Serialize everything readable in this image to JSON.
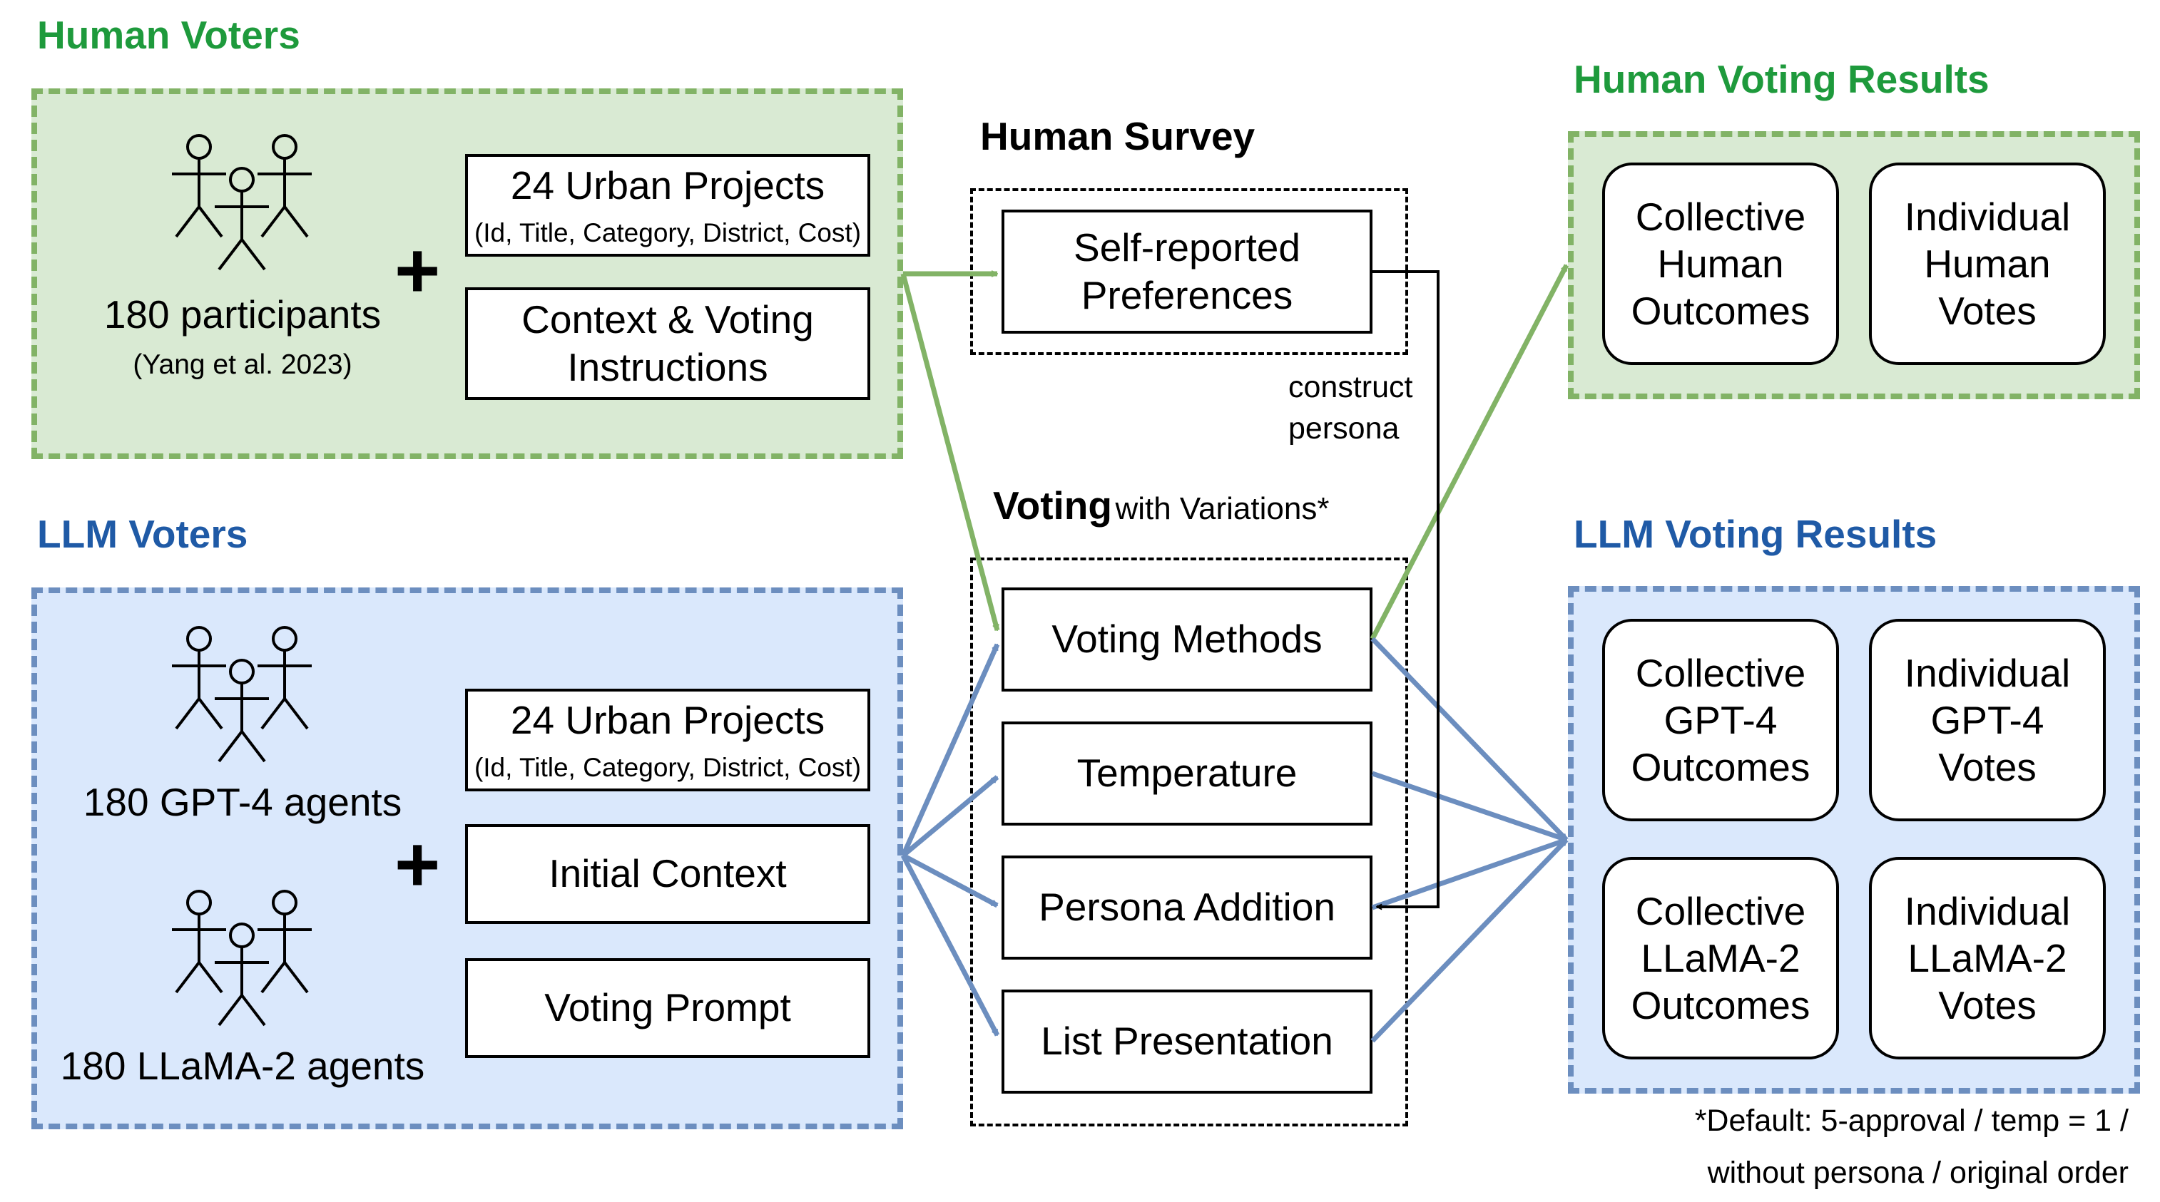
{
  "human_voters": {
    "title": "Human Voters",
    "participants": "180 participants",
    "citation": "(Yang et al. 2023)",
    "projects_title": "24 Urban Projects",
    "projects_fields": "(Id, Title, Category, District, Cost)",
    "context_instructions": "Context & Voting Instructions",
    "plus": "+"
  },
  "llm_voters": {
    "title": "LLM Voters",
    "gpt_agents": "180 GPT-4 agents",
    "llama_agents": "180 LLaMA-2 agents",
    "projects_title": "24 Urban Projects",
    "projects_fields": "(Id, Title, Category, District, Cost)",
    "initial_context": "Initial Context",
    "voting_prompt": "Voting Prompt",
    "plus": "+"
  },
  "human_survey": {
    "title": "Human Survey",
    "preferences": "Self-reported Preferences",
    "construct_persona": "construct persona"
  },
  "voting": {
    "title": "Voting",
    "title_suffix": "with Variations*",
    "methods": "Voting Methods",
    "temperature": "Temperature",
    "persona": "Persona Addition",
    "list": "List Presentation"
  },
  "human_results": {
    "title": "Human Voting Results",
    "collective": "Collective\nHuman\nOutcomes",
    "individual": "Individual\nHuman\nVotes"
  },
  "llm_results": {
    "title": "LLM Voting Results",
    "collective_gpt": "Collective\nGPT-4\nOutcomes",
    "individual_gpt": "Individual\nGPT-4\nVotes",
    "collective_llama": "Collective\nLLaMA-2\nOutcomes",
    "individual_llama": "Individual\nLLaMA-2\nVotes"
  },
  "footnote": {
    "line1": "*Default: 5-approval / temp = 1 /",
    "line2": "without persona / original order"
  },
  "colors": {
    "green_fill": "#d9ead3",
    "green_border": "#82b366",
    "green_title": "#1e9a3c",
    "blue_fill": "#dae8fc",
    "blue_border": "#6c8ebf",
    "blue_title": "#1f5aa6",
    "green_arrow": "#82b366",
    "blue_arrow": "#6c8ebf"
  }
}
